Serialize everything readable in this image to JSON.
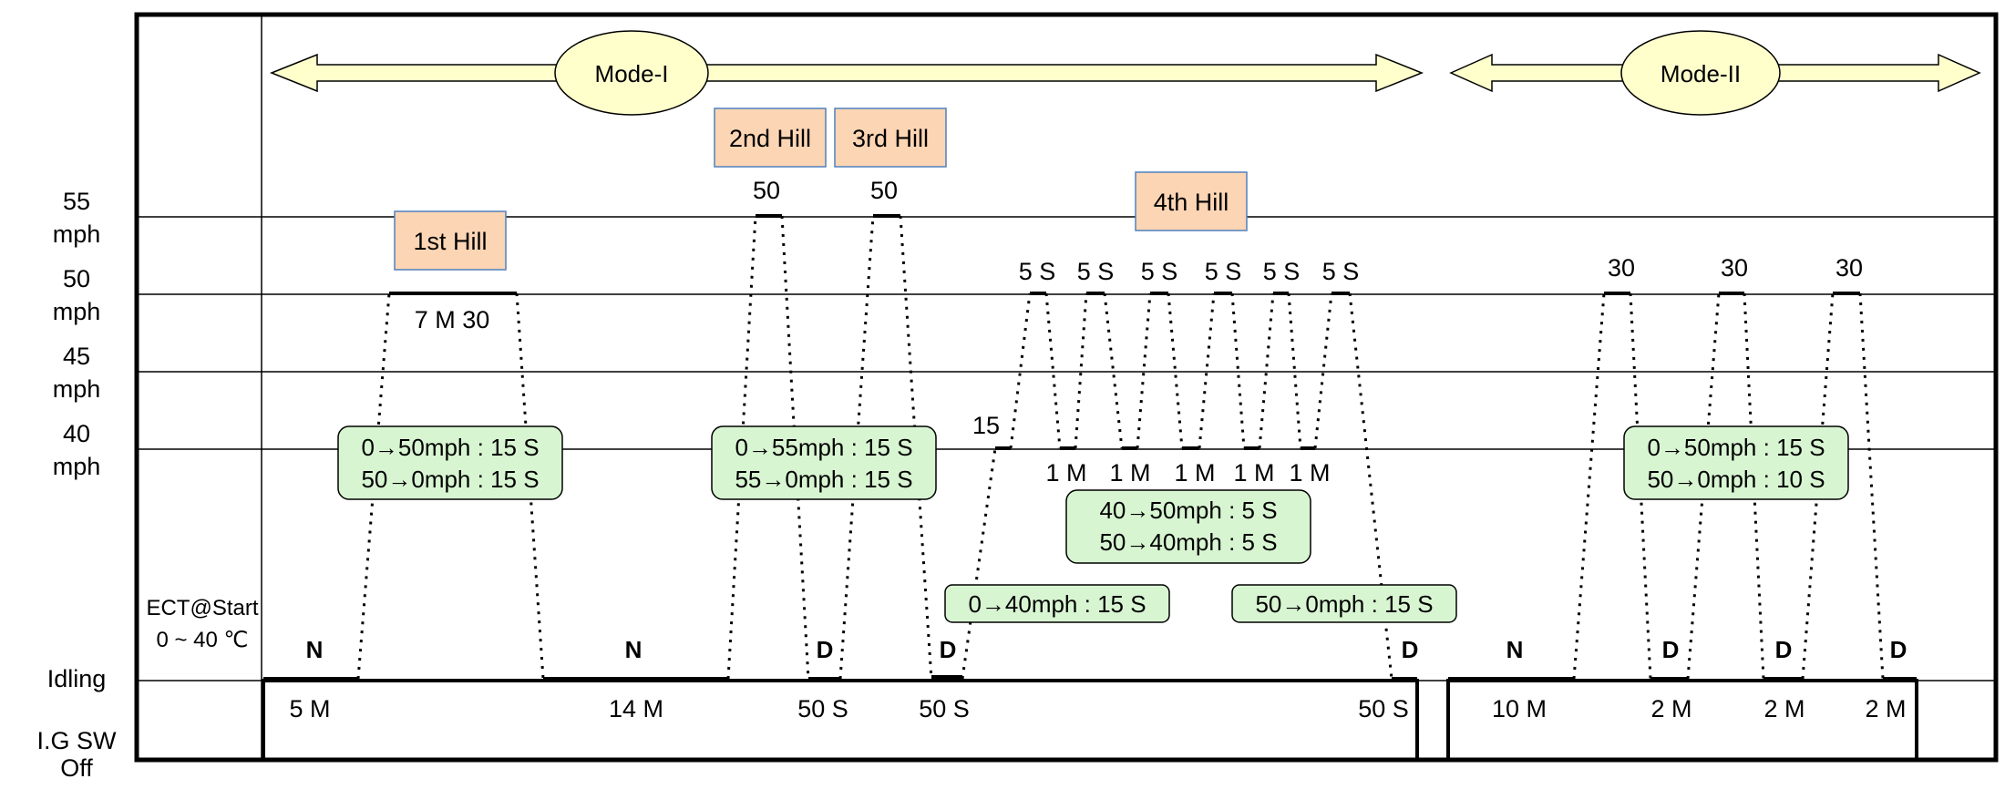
{
  "speed_labels": [
    {
      "value": "55",
      "unit": "mph"
    },
    {
      "value": "50",
      "unit": "mph"
    },
    {
      "value": "45",
      "unit": "mph"
    },
    {
      "value": "40",
      "unit": "mph"
    }
  ],
  "idling_label": "Idling",
  "ig_sw_label": "I.G SW",
  "ig_sw_sub": "Off",
  "ect": {
    "line1": "ECT@Start",
    "line2": "0 ~ 40 ℃"
  },
  "modes": {
    "mode1": "Mode-I",
    "mode2": "Mode-II"
  },
  "hills": {
    "h1": "1st Hill",
    "h2": "2nd Hill",
    "h3": "3rd Hill",
    "h4": "4th Hill"
  },
  "peak_labels": {
    "p1": "7 M 30",
    "p2": "50",
    "p3": "50",
    "p4": "15",
    "m2a": "30",
    "m2b": "30",
    "m2c": "30"
  },
  "hold_5s": [
    "5 S",
    "5 S",
    "5 S",
    "5 S",
    "5 S",
    "5 S"
  ],
  "hold_1m": [
    "1 M",
    "1 M",
    "1 M",
    "1 M",
    "1 M"
  ],
  "gears": {
    "g1": "N",
    "g2": "N",
    "g3": "D",
    "g4": "D",
    "g5": "D",
    "g6": "N",
    "g7": "D",
    "g8": "D",
    "g9": "D"
  },
  "idle_durations": {
    "d1": "5 M",
    "d2": "14 M",
    "d3": "50 S",
    "d4": "50 S",
    "d5": "50 S",
    "d6": "10 M",
    "d7": "2 M",
    "d8": "2 M",
    "d9": "2 M"
  },
  "ramps": {
    "r1": {
      "line1": "0→50mph : 15 S",
      "line2": "50→0mph : 15 S"
    },
    "r2": {
      "line1": "0→55mph : 15 S",
      "line2": "55→0mph : 15 S"
    },
    "r3": {
      "line1": "40→50mph : 5 S",
      "line2": "50→40mph : 5 S"
    },
    "r4": {
      "line1": "0→40mph : 15 S"
    },
    "r5": {
      "line1": "50→0mph : 15 S"
    },
    "r6": {
      "line1": "0→50mph : 15 S",
      "line2": "50→0mph : 10 S"
    }
  },
  "colors": {
    "hill_fill": "#fcd5b4",
    "ramp_fill": "#d8f5d2",
    "mode_fill": "#ffffcc",
    "line": "#000000"
  }
}
